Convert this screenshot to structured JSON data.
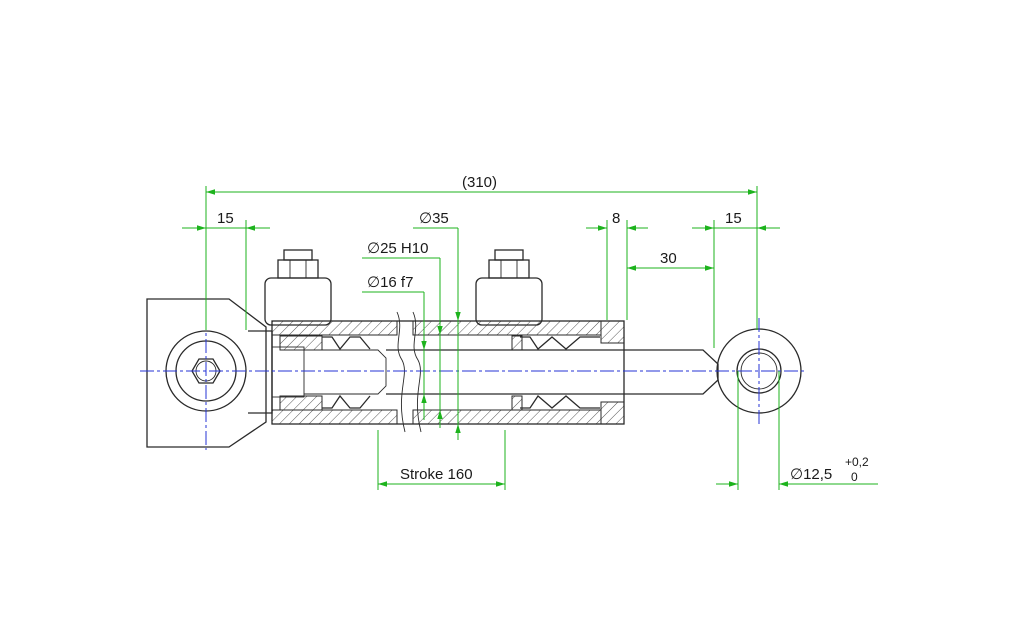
{
  "colors": {
    "outline": "#2a2a2a",
    "dimension": "#1db31d",
    "centerline": "#2433d6",
    "background": "#ffffff"
  },
  "dimensions": {
    "overall_length": "(310)",
    "left_eye_offset": "15",
    "bore_diameter": "∅35",
    "piston_diameter": "∅25 H10",
    "rod_diameter": "∅16 f7",
    "gland_width": "8",
    "rod_end_length": "30",
    "right_eye_offset": "15",
    "stroke": "Stroke 160",
    "pin_hole_diameter": "∅12,5",
    "tolerance_upper": "+0,2",
    "tolerance_lower": "0"
  }
}
